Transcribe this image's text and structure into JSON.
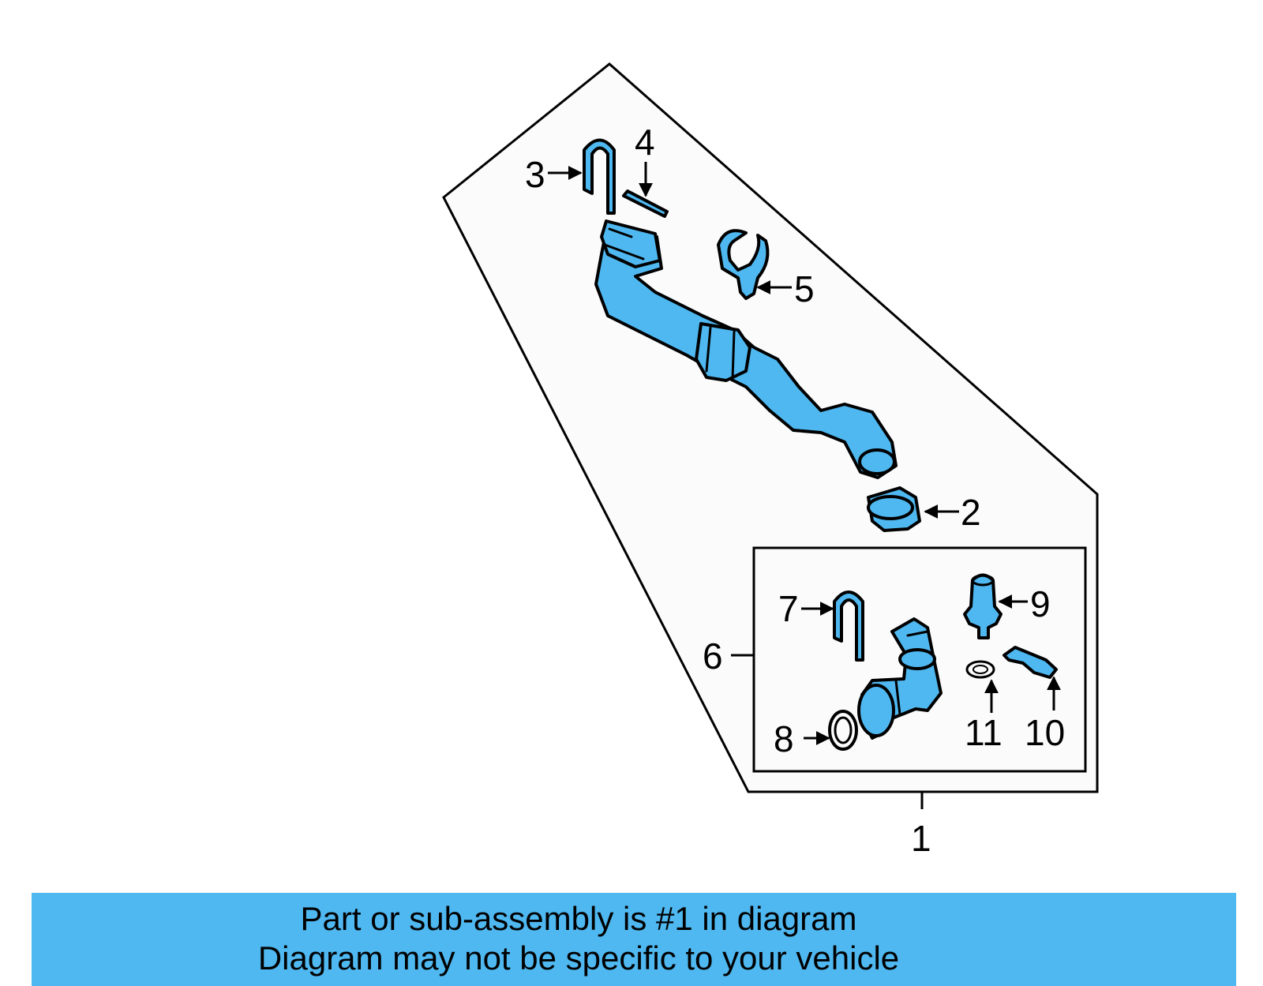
{
  "diagram": {
    "callouts": {
      "c1": "1",
      "c2": "2",
      "c3": "3",
      "c4": "4",
      "c5": "5",
      "c6": "6",
      "c7": "7",
      "c8": "8",
      "c9": "9",
      "c10": "10",
      "c11": "11"
    },
    "colors": {
      "part_fill": "#4fb8f0",
      "outline": "#000000",
      "region_fill": "#fbfbfb",
      "banner": "#4fb8f0"
    }
  },
  "banner": {
    "line1": "Part or sub-assembly is #1 in diagram",
    "line2": "Diagram may not be specific to your vehicle"
  }
}
